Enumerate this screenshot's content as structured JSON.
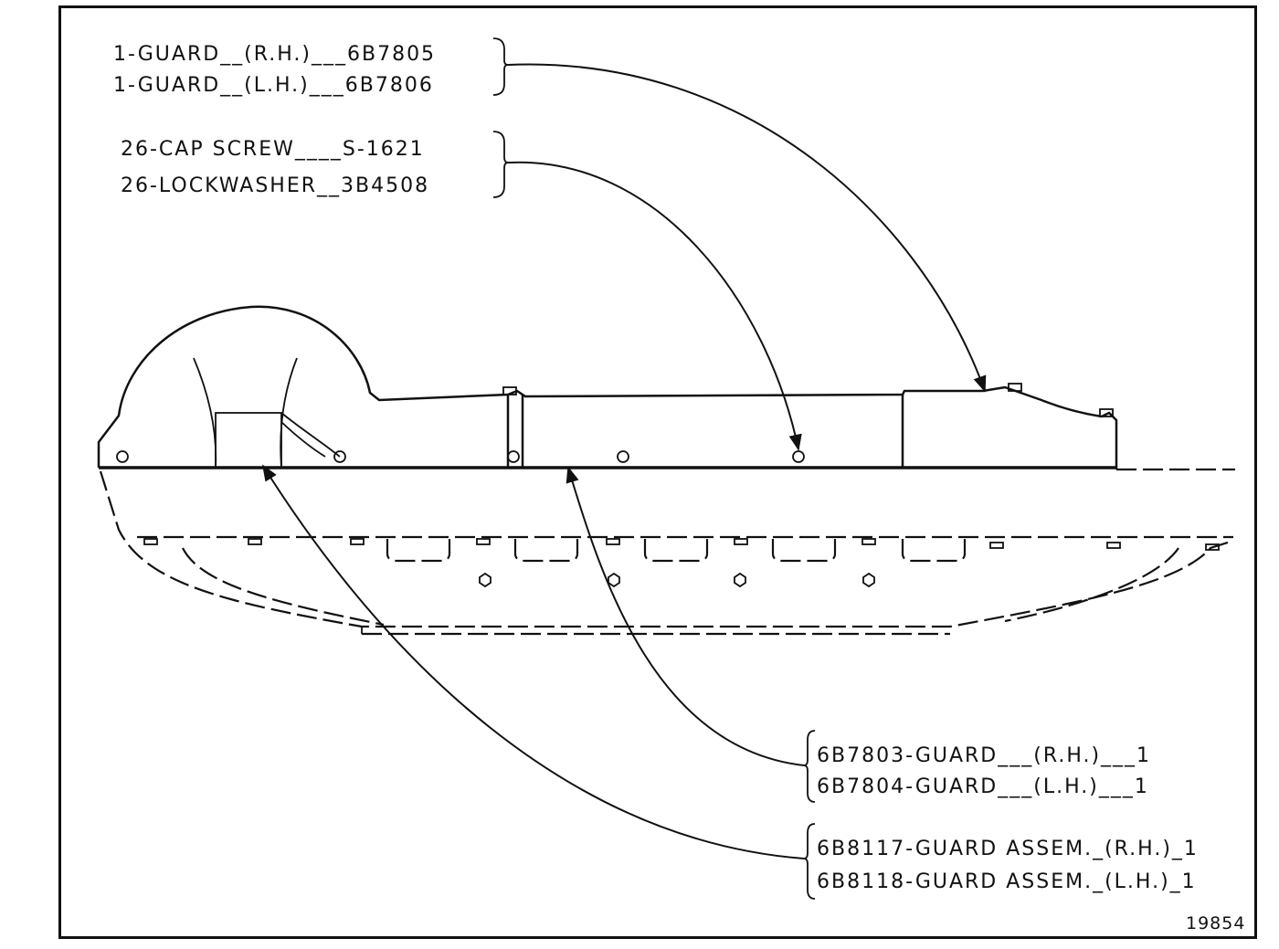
{
  "callouts": {
    "top_guard": {
      "line1": "1-GUARD__(R.H.)___6B7805",
      "line2": "1-GUARD__(L.H.)___6B7806"
    },
    "hardware": {
      "line1": "26-CAP SCREW____S-1621",
      "line2": "26-LOCKWASHER__3B4508"
    },
    "side_guard": {
      "line1": "6B7803-GUARD___(R.H.)___1",
      "line2": "6B7804-GUARD___(L.H.)___1"
    },
    "guard_assembly": {
      "line1": "6B8117-GUARD ASSEM._(R.H.)_1",
      "line2": "6B8118-GUARD ASSEM._(L.H.)_1"
    }
  },
  "figure_number": "19854"
}
